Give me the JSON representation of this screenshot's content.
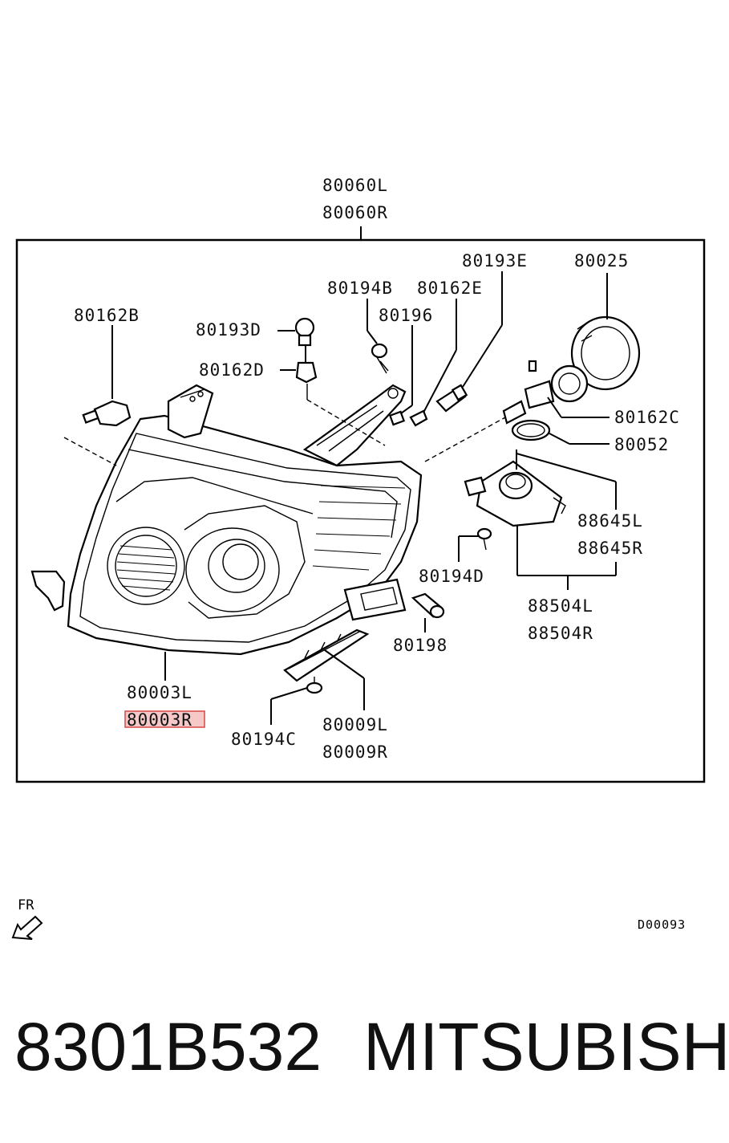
{
  "diagram": {
    "frame_label_top": [
      "80060L",
      "80060R"
    ],
    "labels": {
      "l_80162B": "80162B",
      "l_80193D": "80193D",
      "l_80162D": "80162D",
      "l_80194B": "80194B",
      "l_80196": "80196",
      "l_80162E": "80162E",
      "l_80193E": "80193E",
      "l_80025": "80025",
      "l_80162C": "80162C",
      "l_80052": "80052",
      "l_88645L": "88645L",
      "l_88645R": "88645R",
      "l_80194D": "80194D",
      "l_88504L": "88504L",
      "l_88504R": "88504R",
      "l_80198": "80198",
      "l_80003L": "80003L",
      "l_80003R": "80003R",
      "l_80194C": "80194C",
      "l_80009L": "80009L",
      "l_80009R": "80009R"
    },
    "direction_marker": "FR",
    "diagram_code": "D00093"
  },
  "footer": {
    "part_number": "8301B532",
    "brand": "MITSUBISHI"
  },
  "colors": {
    "highlight": "#d9534f",
    "highlight_fill": "#f6c9c9",
    "ink": "#000000"
  }
}
